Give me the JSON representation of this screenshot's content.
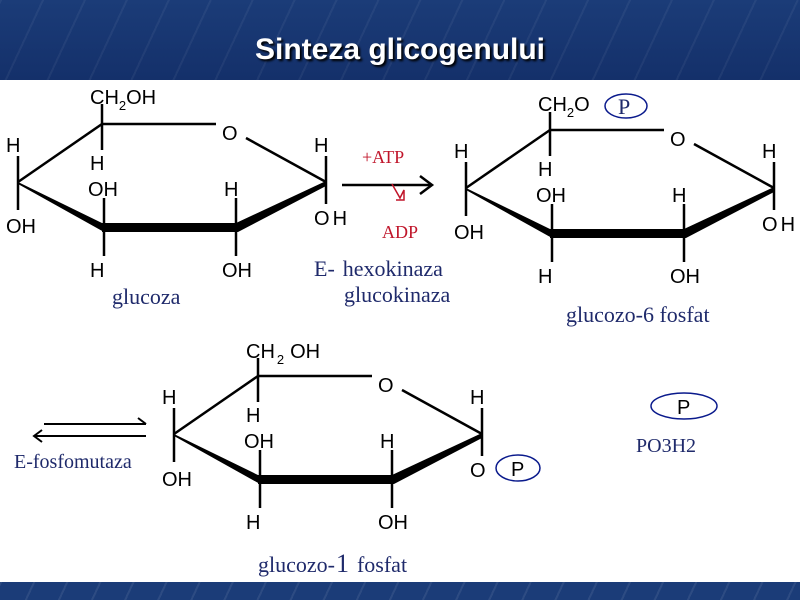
{
  "slide": {
    "title": "Sinteza glicogenului"
  },
  "colors": {
    "header_bg": "#1b3c78",
    "title_text": "#ffffff",
    "reagent_red": "#c0152a",
    "label_navy": "#1f2a6b",
    "phosphate_ellipse_stroke": "#0a1a8c"
  },
  "glucose": {
    "ch2oh_ch": "CH",
    "ch2oh_sub": "2",
    "ch2oh_oh": "OH",
    "ring_o": "O",
    "h_left": "H",
    "h_right": "H",
    "h_c4": "H",
    "oh_c4": "OH",
    "h_c2": "H",
    "oh_left": "OH",
    "oh_right_o": "O",
    "oh_right_h": "H",
    "h_bottom": "H",
    "oh_bottom": "OH",
    "label": "glucoza"
  },
  "reaction1": {
    "atp": "+ATP",
    "adp": "ADP",
    "enzyme_prefix": "E-",
    "enzyme_1": "hexokinaza",
    "enzyme_2": "glucokinaza"
  },
  "g6p": {
    "ch2o_ch": "CH",
    "ch2o_sub": "2",
    "ch2o_o": "O",
    "phosphate": "P",
    "ring_o": "O",
    "h_left": "H",
    "h_right": "H",
    "h_c4": "H",
    "oh_c4": "OH",
    "h_c2": "H",
    "oh_left": "OH",
    "oh_right_o": "O",
    "oh_right_h": "H",
    "h_bottom": "H",
    "oh_bottom": "OH",
    "label": "glucozo-6 fosfat"
  },
  "reaction2": {
    "enzyme": "E-fosfomutaza"
  },
  "g1p": {
    "ch2oh_ch": "CH",
    "ch2oh_sub": "2",
    "ch2oh_oh": "OH",
    "ring_o": "O",
    "h_left": "H",
    "h_right": "H",
    "h_c4": "H",
    "oh_c4": "OH",
    "h_c2": "H",
    "oh_left": "OH",
    "o_right": "O",
    "phosphate": "P",
    "h_bottom": "H",
    "oh_bottom": "OH",
    "label_a": "glucozo-",
    "label_num": "1",
    "label_b": "fosfat"
  },
  "legend": {
    "phosphate": "P",
    "formula": "PO3H2"
  }
}
